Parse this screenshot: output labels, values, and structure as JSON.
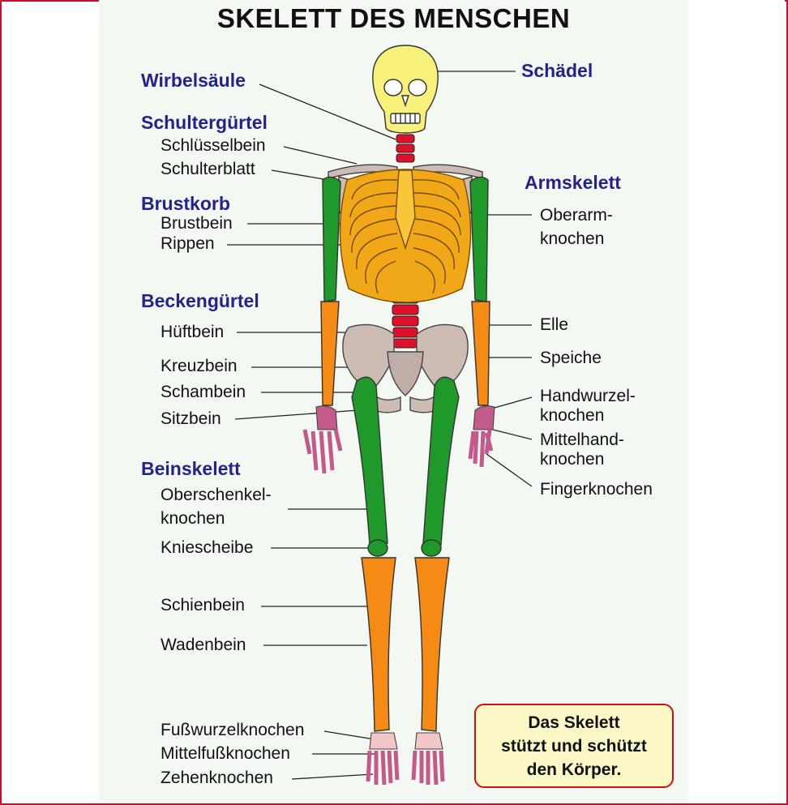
{
  "title": "SKELETT DES MENSCHEN",
  "groups": {
    "wirbelsaeule": "Wirbelsäule",
    "schultergurtel": "Schultergürtel",
    "brustkorb": "Brustkorb",
    "beckengurtel": "Beckengürtel",
    "beinskelett": "Beinskelett",
    "schaedel": "Schädel",
    "armskelett": "Armskelett"
  },
  "labels": {
    "schluesselbein": "Schlüsselbein",
    "schulterblatt": "Schulterblatt",
    "brustbein": "Brustbein",
    "rippen": "Rippen",
    "hueftbein": "Hüftbein",
    "kreuzbein": "Kreuzbein",
    "schambein": "Schambein",
    "sitzbein": "Sitzbein",
    "oberschenkel_1": "Oberschenkel-",
    "oberschenkel_2": "knochen",
    "kniescheibe": "Kniescheibe",
    "schienbein": "Schienbein",
    "wadenbein": "Wadenbein",
    "fusswurzel": "Fußwurzelknochen",
    "mittelfuss": "Mittelfußknochen",
    "zehen": "Zehenknochen",
    "oberarm_1": "Oberarm-",
    "oberarm_2": "knochen",
    "elle": "Elle",
    "speiche": "Speiche",
    "handwurzel_1": "Handwurzel-",
    "handwurzel_2": "knochen",
    "mittelhand_1": "Mittelhand-",
    "mittelhand_2": "knochen",
    "finger": "Fingerknochen"
  },
  "infobox": {
    "line1": "Das Skelett",
    "line2": "stützt und schützt",
    "line3": "den Körper."
  },
  "colors": {
    "skull": "#f7f07a",
    "spine": "#e0102a",
    "thorax": "#f0a818",
    "upper_arm_femur": "#1f9a2a",
    "forearm_shin": "#f58a14",
    "pelvis": "#cdbcb4",
    "hands_feet": "#c45a8a",
    "heading": "#23238c",
    "frame": "#c8102e"
  }
}
